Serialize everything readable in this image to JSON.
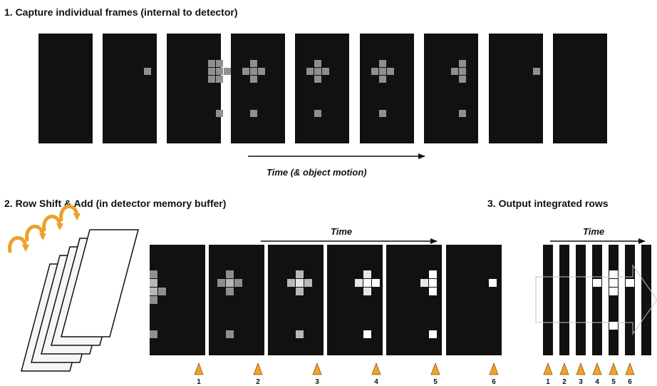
{
  "section1": {
    "title": "1. Capture individual frames (internal to detector)",
    "time_label": "Time (& object motion)",
    "frame_count": 9
  },
  "section2": {
    "title": "2. Row Shift & Add (in detector memory buffer)",
    "time_label": "Time",
    "frame_count": 6,
    "markers": [
      "1",
      "2",
      "3",
      "4",
      "5",
      "6"
    ]
  },
  "section3": {
    "title": "3. Output integrated rows",
    "time_label": "Time",
    "markers": [
      "1",
      "2",
      "3",
      "4",
      "5",
      "6"
    ]
  },
  "colors": {
    "frame": "#111111",
    "pixel_dim": "#8f8f8f",
    "pixel_mid": "#b8b8b8",
    "pixel_bright": "#e6e6e6",
    "pixel_white": "#ffffff",
    "marker": "#f2a22a",
    "curl_arrow": "#eda028"
  }
}
